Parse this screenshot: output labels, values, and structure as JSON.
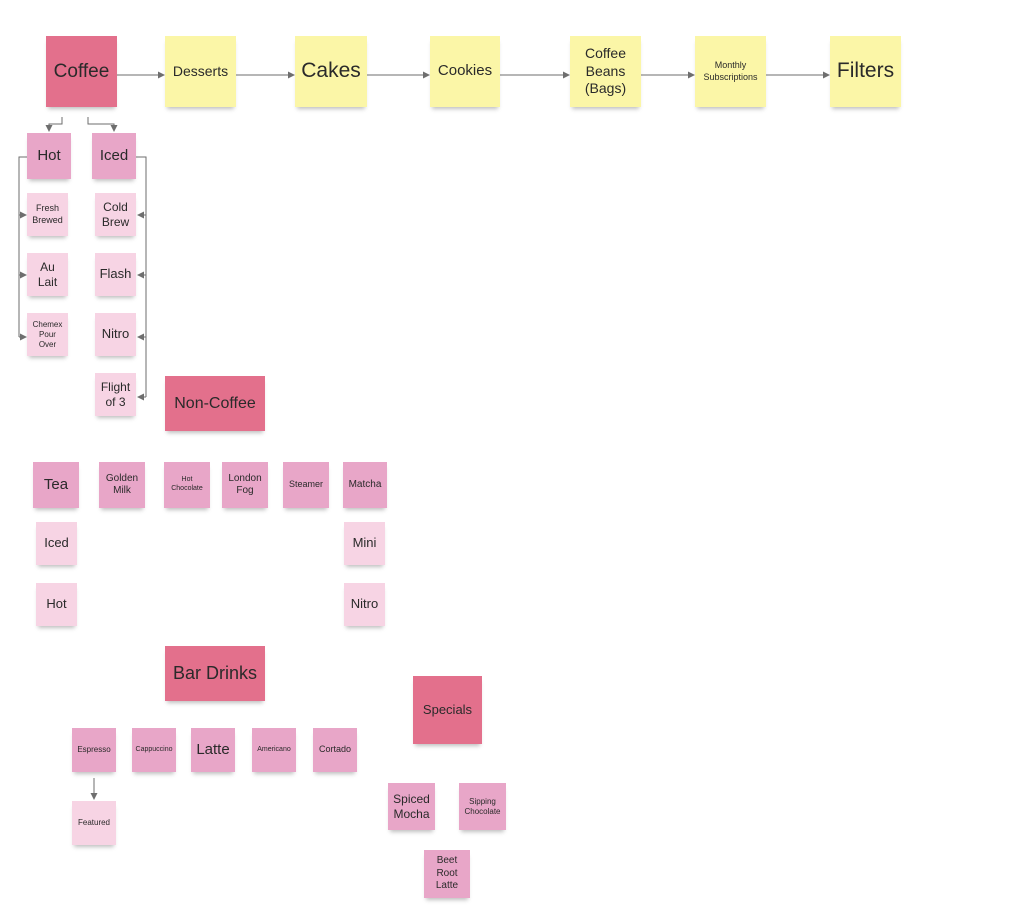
{
  "board": {
    "top_row": {
      "coffee": "Coffee",
      "desserts": "Desserts",
      "cakes": "Cakes",
      "cookies": "Cookies",
      "coffee_beans": "Coffee\nBeans\n(Bags)",
      "monthly_subscriptions": "Monthly\nSubscriptions",
      "filters": "Filters"
    },
    "coffee_branch": {
      "hot": "Hot",
      "iced": "Iced",
      "hot_items": [
        "Fresh\nBrewed",
        "Au\nLait",
        "Chemex\nPour\nOver"
      ],
      "iced_items": [
        "Cold\nBrew",
        "Flash",
        "Nitro",
        "Flight\nof 3"
      ]
    },
    "non_coffee": {
      "title": "Non-Coffee",
      "items": [
        "Tea",
        "Golden\nMilk",
        "Hot\nChocolate",
        "London\nFog",
        "Steamer",
        "Matcha"
      ],
      "tea_items": [
        "Iced",
        "Hot"
      ],
      "matcha_items": [
        "Mini",
        "Nitro"
      ]
    },
    "bar_drinks": {
      "title": "Bar Drinks",
      "items": [
        "Espresso",
        "Cappuccino",
        "Latte",
        "Americano",
        "Cortado"
      ],
      "espresso_child": "Featured"
    },
    "specials": {
      "title": "Specials",
      "items": [
        "Spiced\nMocha",
        "Sipping\nChocolate",
        "Beet\nRoot\nLatte"
      ]
    }
  },
  "colors": {
    "category": "#e3708c",
    "top_row": "#fbf6a7",
    "subcategory": "#e8a6c8",
    "item": "#f7d4e4",
    "connector": "#6e6e6e"
  }
}
